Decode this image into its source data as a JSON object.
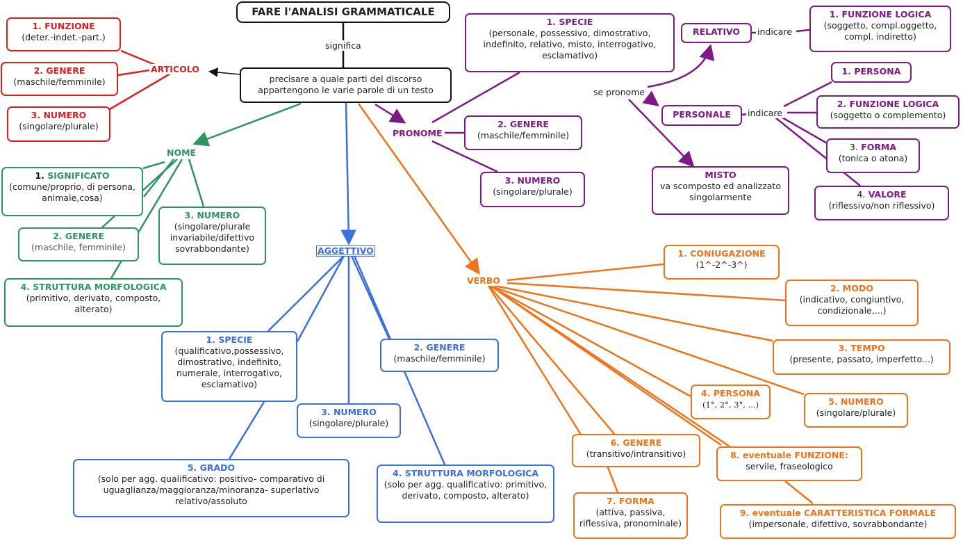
{
  "title": "FARE l'ANALISI GRAMMATICALE",
  "edge_significa": "significa",
  "definition": "precisare a quale parti del discorso appartengono le varie parole di un testo",
  "colors": {
    "articolo": "#dd1f1f",
    "nome": "#2e9460",
    "aggettivo": "#3a6fe0",
    "verbo": "#f07318",
    "pronome": "#7d1a86"
  },
  "articolo": {
    "label": "ARTICOLO",
    "f1": {
      "t": "1. FUNZIONE",
      "d": "(deter.-indet.-part.)"
    },
    "f2": {
      "t": "2. GENERE",
      "d": "(maschile/femminile)"
    },
    "f3": {
      "t": "3. NUMERO",
      "d": "(singolare/plurale)"
    }
  },
  "nome": {
    "label": "NOME",
    "f1": {
      "n": "1.",
      "t": "SIGNIFICATO",
      "d": "(comune/proprio, di persona, animale,cosa)"
    },
    "f2": {
      "t": "2. GENERE",
      "d": "(maschile, femminile)"
    },
    "f3": {
      "t": "3. NUMERO",
      "d": "(singolare/plurale invariabile/difettivo sovrabbondante)"
    },
    "f4": {
      "t": "4. STRUTTURA MORFOLOGICA",
      "d": "(primitivo, derivato, composto, alterato)"
    }
  },
  "aggettivo": {
    "label": "AGGETTIVO",
    "f1": {
      "t": "1. SPECIE",
      "d": "(qualificativo,possessivo, dimostrativo, indefinito, numerale, interrogativo, esclamativo)"
    },
    "f2": {
      "t": "2. GENERE",
      "d": "(maschile/femminile)"
    },
    "f3": {
      "t": "3. NUMERO",
      "d": "(singolare/plurale)"
    },
    "f4": {
      "t": "4. STRUTTURA MORFOLOGICA",
      "d": "(solo per agg. qualificativo: primitivo, derivato, composto, alterato)"
    },
    "f5": {
      "t": "5. GRADO",
      "d": "(solo per agg. qualificativo: positivo- comparativo di uguaglianza/maggioranza/minoranza- superlativo relativo/assoluto"
    }
  },
  "verbo": {
    "label": "VERBO",
    "f1": {
      "t": "1. CONIUGAZIONE",
      "d": "(1^-2^-3^)"
    },
    "f2": {
      "t": "2. MODO",
      "d": "(indicativo, congiuntivo, condizionale,...)"
    },
    "f3": {
      "t": "3. TEMPO",
      "d": "(presente, passato, imperfetto...)"
    },
    "f4": {
      "t": "4. PERSONA",
      "d": "(1°, 2°, 3°, ...)"
    },
    "f5": {
      "t": "5. NUMERO",
      "d": "(singolare/plurale)"
    },
    "f6": {
      "t": "6. GENERE",
      "d": "(transitivo/intransitivo)"
    },
    "f7": {
      "t": "7. FORMA",
      "d": "(attiva, passiva, riflessiva, pronominale)"
    },
    "f8": {
      "t": "8. eventuale FUNZIONE:",
      "d": "servile, fraseologico"
    },
    "f9": {
      "t": "9. eventuale CARATTERISTICA FORMALE",
      "d": "(impersonale, difettivo, sovrabbondante)"
    }
  },
  "pronome": {
    "label": "PRONOME",
    "f1": {
      "t": "1. SPECIE",
      "d": "(personale, possessivo, dimostrativo, indefinito, relativo, misto, interrogativo, esclamativo)"
    },
    "f2": {
      "t": "2. GENERE",
      "d": "(maschile/femminile)"
    },
    "f3": {
      "t": "3. NUMERO",
      "d": "(singolare/plurale)"
    },
    "edge_se": "se pronome",
    "relativo": {
      "label": "RELATIVO",
      "edge": "indicare",
      "f1": {
        "t": "1. FUNZIONE LOGICA",
        "d": "(soggetto, compl.oggetto, compl. indiretto)"
      }
    },
    "personale": {
      "label": "PERSONALE",
      "edge": "indicare",
      "f1": {
        "t": "1. PERSONA"
      },
      "f2": {
        "t": "2. FUNZIONE LOGICA",
        "d": "(soggetto o complemento)"
      },
      "f3": {
        "n": "3.",
        "t": "FORMA",
        "d": "(tonica o atona)"
      },
      "f4": {
        "n": "4.",
        "t": "VALORE",
        "d": "(riflessivo/non riflessivo)"
      }
    },
    "misto": {
      "t": "MISTO",
      "d": "va scomposto ed analizzato singolarmente"
    }
  }
}
